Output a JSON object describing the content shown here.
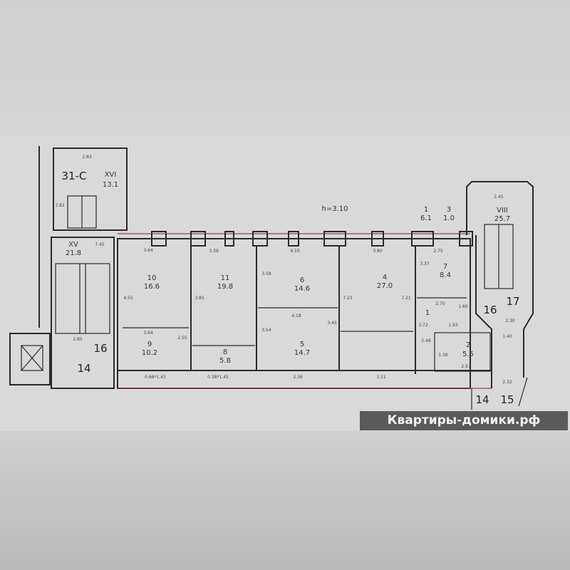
{
  "plan": {
    "ceiling_height": "h=3.10",
    "building_code": "31-C",
    "rooms": [
      {
        "id": "XVI",
        "area": "13.1"
      },
      {
        "id": "XV",
        "area": "21.8"
      },
      {
        "id": "10",
        "area": "16.6"
      },
      {
        "id": "9",
        "area": "10.2"
      },
      {
        "id": "11",
        "area": "19.8"
      },
      {
        "id": "8",
        "area": "5.8"
      },
      {
        "id": "6",
        "area": "14.6"
      },
      {
        "id": "5",
        "area": "14.7"
      },
      {
        "id": "4",
        "area": "27.0"
      },
      {
        "id": "7",
        "area": "8.4"
      },
      {
        "id": "1",
        "area": "6.1"
      },
      {
        "id": "3",
        "area": "1.0"
      },
      {
        "id": "2",
        "area": "5.5"
      },
      {
        "id": "VIII",
        "area": "25.7"
      }
    ],
    "corridor_label": "1",
    "dimensions": [
      "2.83",
      "3.82",
      "7.45",
      "2.85",
      "3.64",
      "3.39",
      "4.10",
      "3.80",
      "2.75",
      "4.55",
      "3.85",
      "3.58",
      "7.23",
      "7.21",
      "3.37",
      "3.64",
      "2.55",
      "4.18",
      "3.54",
      "3.45",
      "2.70",
      "1.60",
      "1.93",
      "3.72",
      "2.48",
      "1.36",
      "2.97",
      "2.30",
      "1.40",
      "2.32",
      "0.66*1.43",
      "0.38*1.45",
      "2.36",
      "3.11",
      "2.45"
    ],
    "neighbor_numbers": [
      "16",
      "14",
      "16",
      "17",
      "14",
      "15"
    ]
  },
  "watermark": "Квартиры-домики.рф"
}
